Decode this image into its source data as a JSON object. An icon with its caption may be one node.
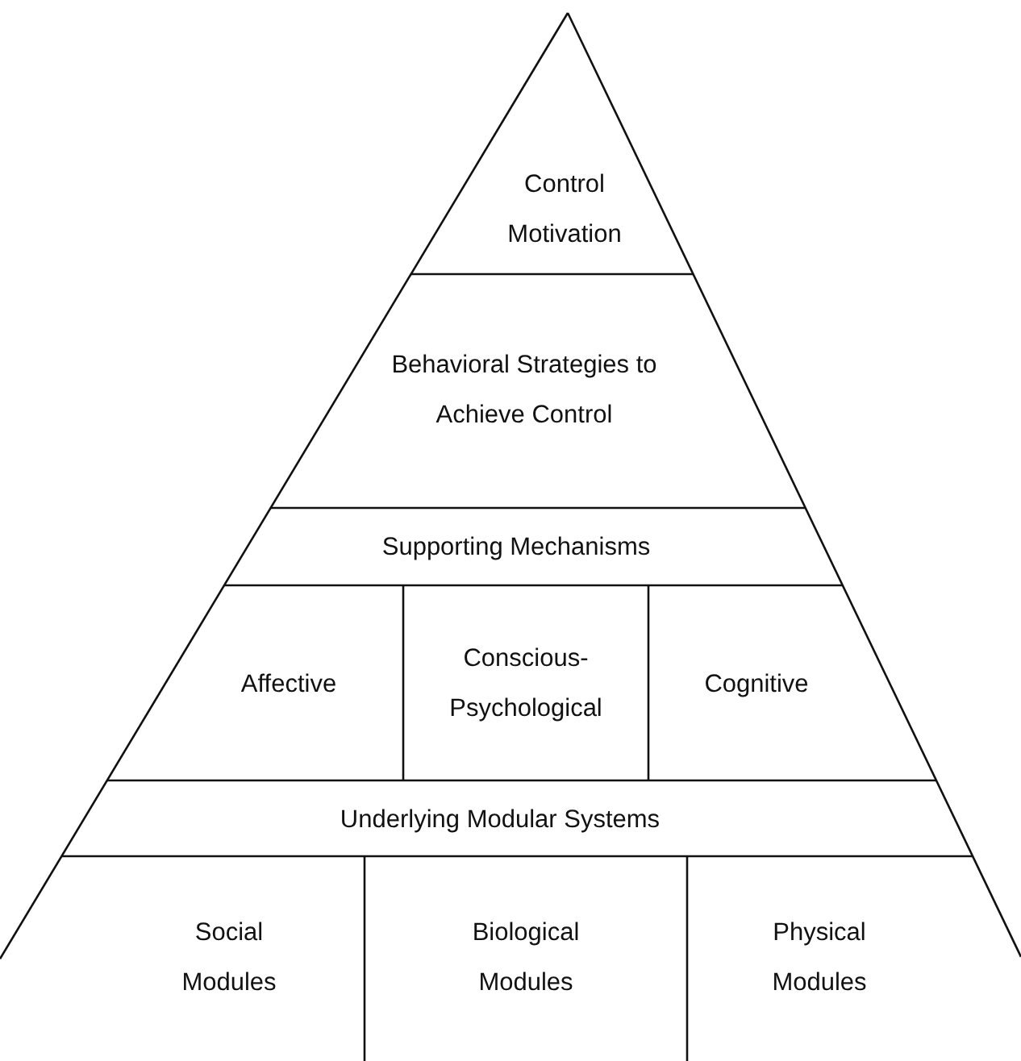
{
  "diagram": {
    "nodes": [
      {
        "text": [
          "Control Motivation"
        ]
      },
      {
        "text": [
          "Behavioral Strategies to Achieve Control"
        ]
      },
      {
        "text": [
          "Supporting Mechanisms"
        ]
      },
      {
        "text": [
          "Affective"
        ]
      },
      {
        "text": [
          "Conscious-Psychological"
        ]
      },
      {
        "text": [
          "Cognitive"
        ]
      },
      {
        "text": [
          "Underlying Modular Systems"
        ]
      },
      {
        "text": [
          "Social Modules"
        ]
      },
      {
        "text": [
          "Biological Modules"
        ]
      },
      {
        "text": [
          "Physical Modules"
        ]
      }
    ]
  }
}
